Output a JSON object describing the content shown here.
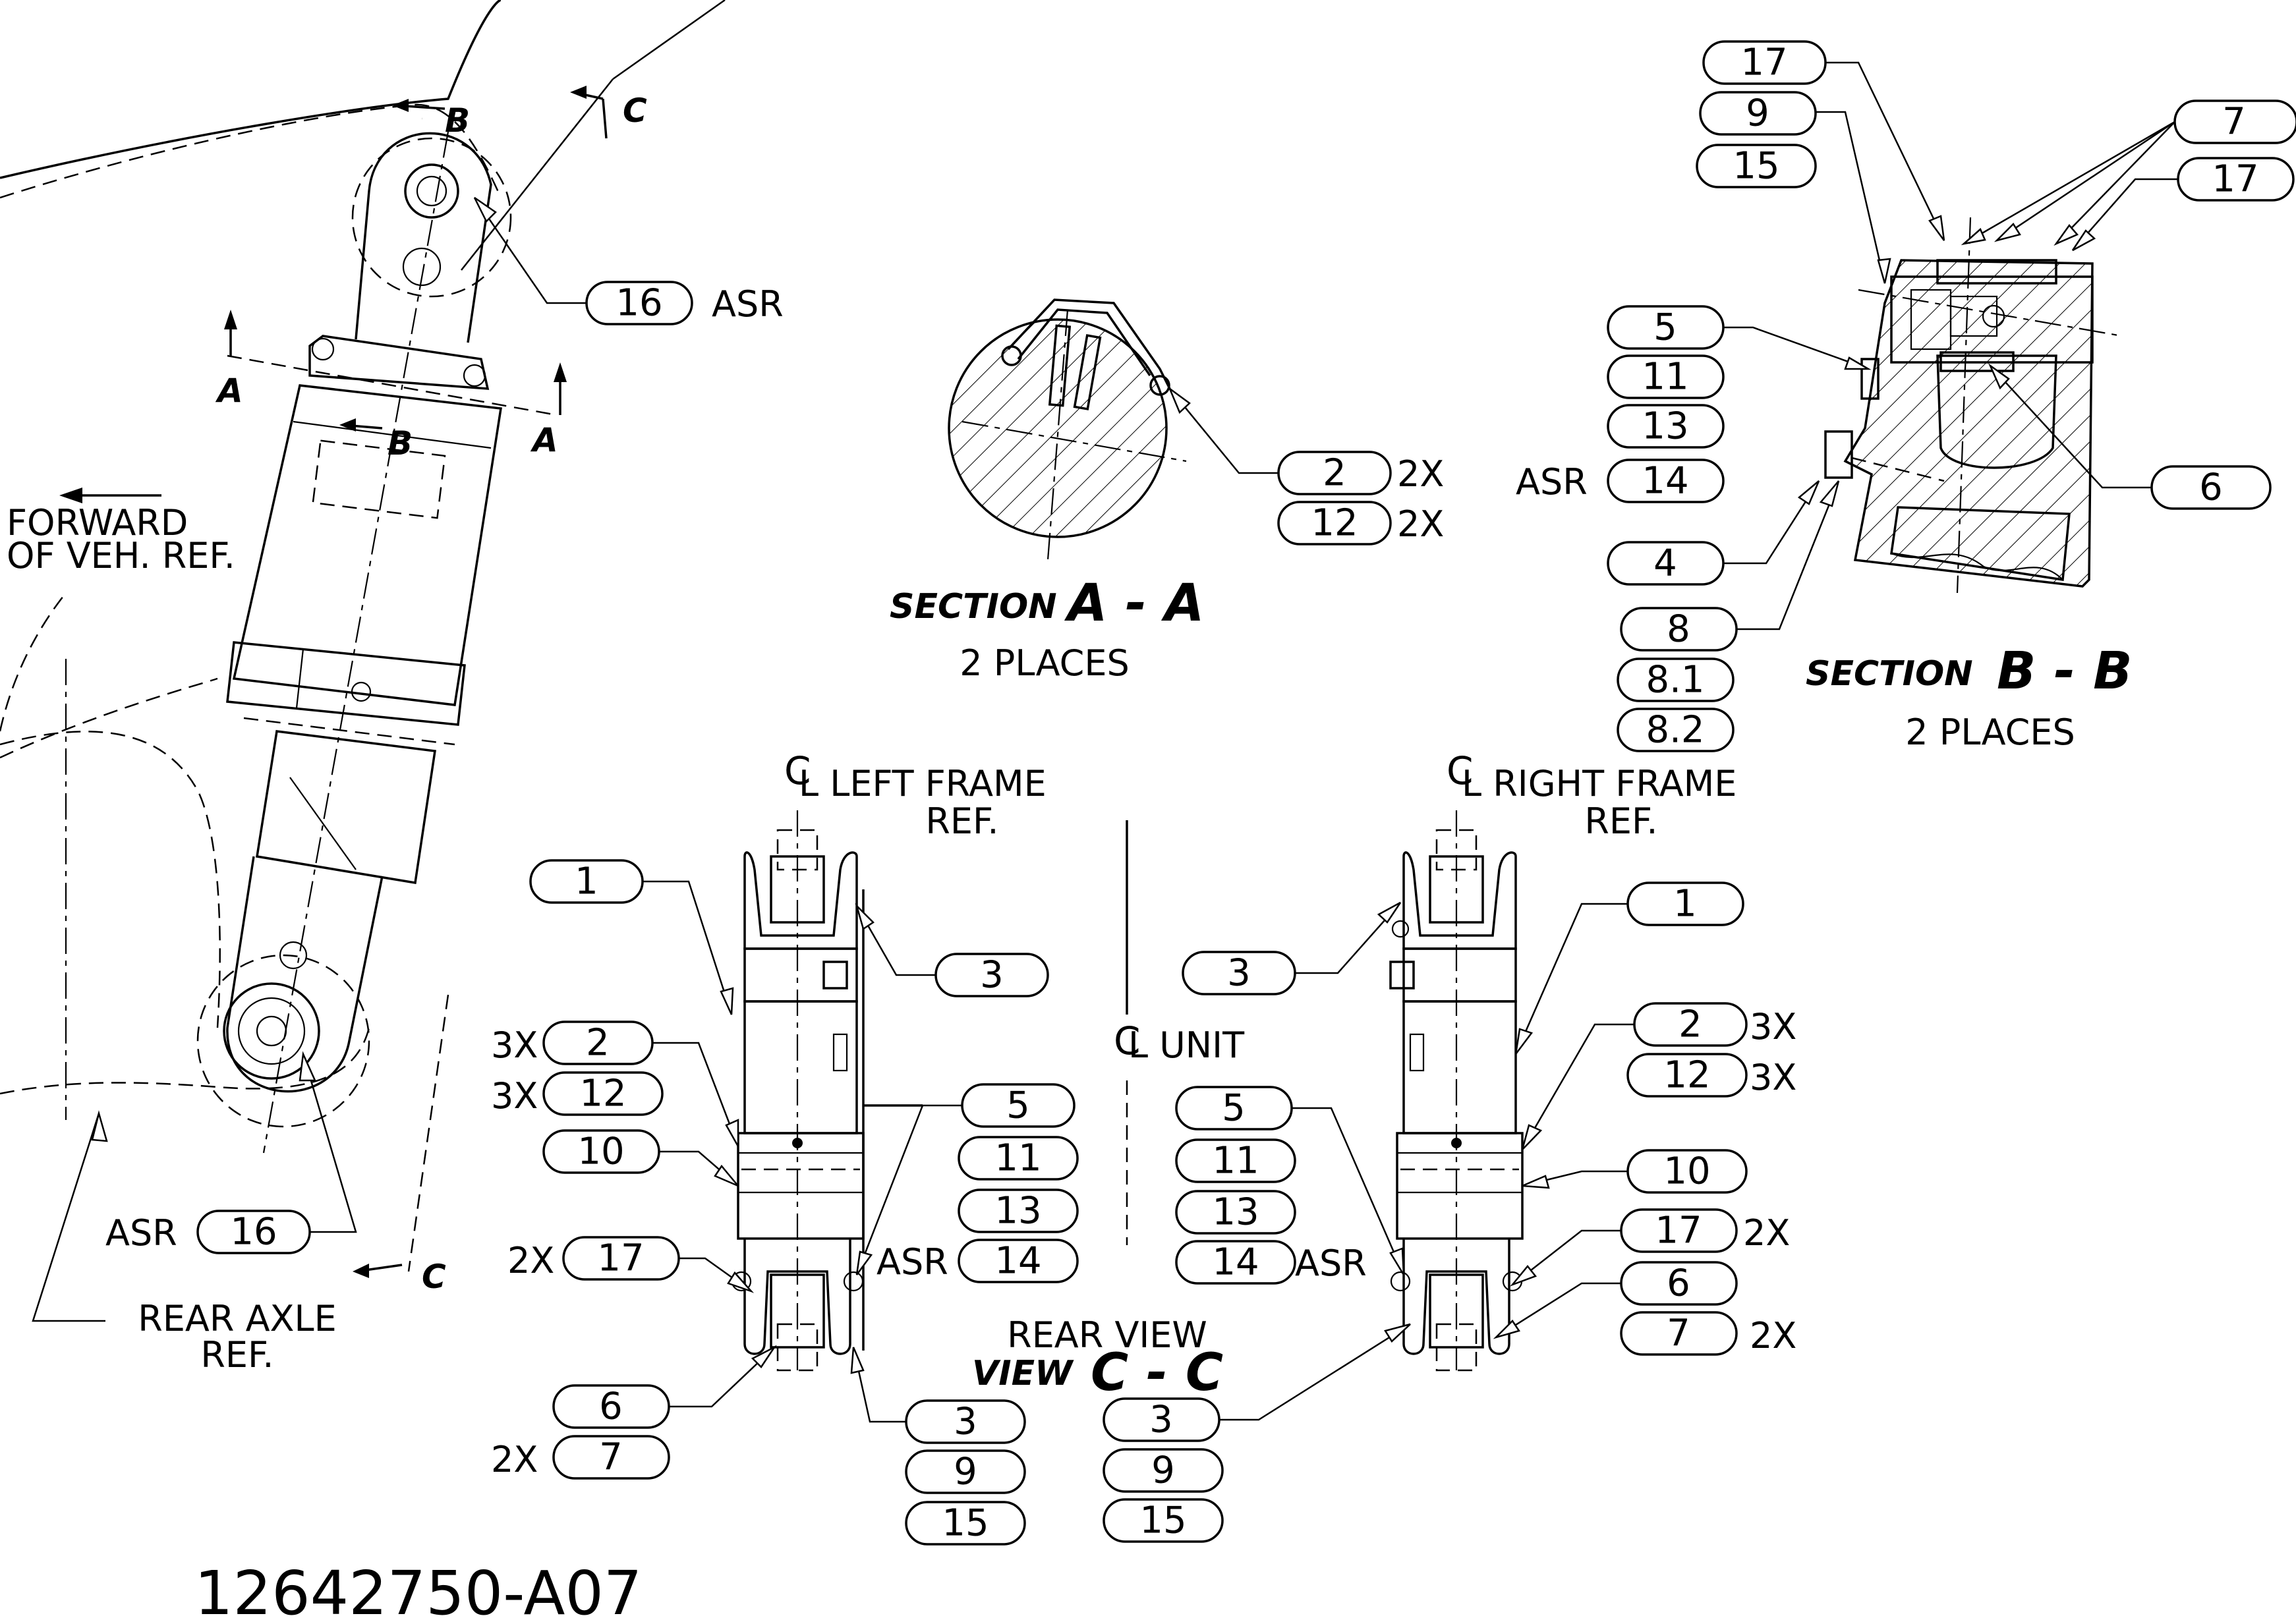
{
  "drawing_number": "12642750-A07",
  "reference_labels": {
    "forward_line1": "FORWARD",
    "forward_line2": "OF VEH. REF.",
    "rear_axle_line1": "REAR AXLE",
    "rear_axle_line2": "REF.",
    "left_frame_line1": "L LEFT FRAME",
    "left_frame_line2": "REF.",
    "right_frame_line1": "L RIGHT FRAME",
    "right_frame_line2": "REF.",
    "unit": "L UNIT",
    "centerline_symbol": "C"
  },
  "section_markers": {
    "a": "A",
    "b": "B",
    "c": "C"
  },
  "section_titles": {
    "aa_word": "SECTION",
    "aa_letters": "A - A",
    "aa_places": "2 PLACES",
    "bb_word": "SECTION",
    "bb_letters": "B - B",
    "bb_places": "2 PLACES",
    "rear_view": "REAR VIEW",
    "cc_word": "VIEW",
    "cc_letters": "C - C"
  },
  "balloons": [
    {
      "num": "16",
      "note": "ASR"
    },
    {
      "num": "16",
      "note": "ASR"
    },
    {
      "num": "2",
      "note": "2X"
    },
    {
      "num": "12",
      "note": "2X"
    },
    {
      "num": "17",
      "note": ""
    },
    {
      "num": "9",
      "note": ""
    },
    {
      "num": "15",
      "note": ""
    },
    {
      "num": "7",
      "note": ""
    },
    {
      "num": "17",
      "note": ""
    },
    {
      "num": "5",
      "note": ""
    },
    {
      "num": "11",
      "note": ""
    },
    {
      "num": "13",
      "note": ""
    },
    {
      "num": "14",
      "note": "ASR"
    },
    {
      "num": "6",
      "note": ""
    },
    {
      "num": "4",
      "note": ""
    },
    {
      "num": "8",
      "note": ""
    },
    {
      "num": "8.1",
      "note": ""
    },
    {
      "num": "8.2",
      "note": ""
    },
    {
      "num": "1",
      "note": ""
    },
    {
      "num": "3",
      "note": ""
    },
    {
      "num": "2",
      "note": "3X"
    },
    {
      "num": "12",
      "note": "3X"
    },
    {
      "num": "10",
      "note": ""
    },
    {
      "num": "5",
      "note": ""
    },
    {
      "num": "11",
      "note": ""
    },
    {
      "num": "13",
      "note": ""
    },
    {
      "num": "14",
      "note": "ASR"
    },
    {
      "num": "17",
      "note": "2X"
    },
    {
      "num": "6",
      "note": ""
    },
    {
      "num": "7",
      "note": "2X"
    },
    {
      "num": "3",
      "note": ""
    },
    {
      "num": "9",
      "note": ""
    },
    {
      "num": "15",
      "note": ""
    },
    {
      "num": "1",
      "note": ""
    },
    {
      "num": "3",
      "note": ""
    },
    {
      "num": "2",
      "note": "3X"
    },
    {
      "num": "12",
      "note": "3X"
    },
    {
      "num": "10",
      "note": ""
    },
    {
      "num": "5",
      "note": ""
    },
    {
      "num": "11",
      "note": ""
    },
    {
      "num": "13",
      "note": ""
    },
    {
      "num": "14",
      "note": "ASR"
    },
    {
      "num": "17",
      "note": "2X"
    },
    {
      "num": "6",
      "note": ""
    },
    {
      "num": "7",
      "note": "2X"
    },
    {
      "num": "3",
      "note": ""
    },
    {
      "num": "9",
      "note": ""
    },
    {
      "num": "15",
      "note": ""
    }
  ]
}
